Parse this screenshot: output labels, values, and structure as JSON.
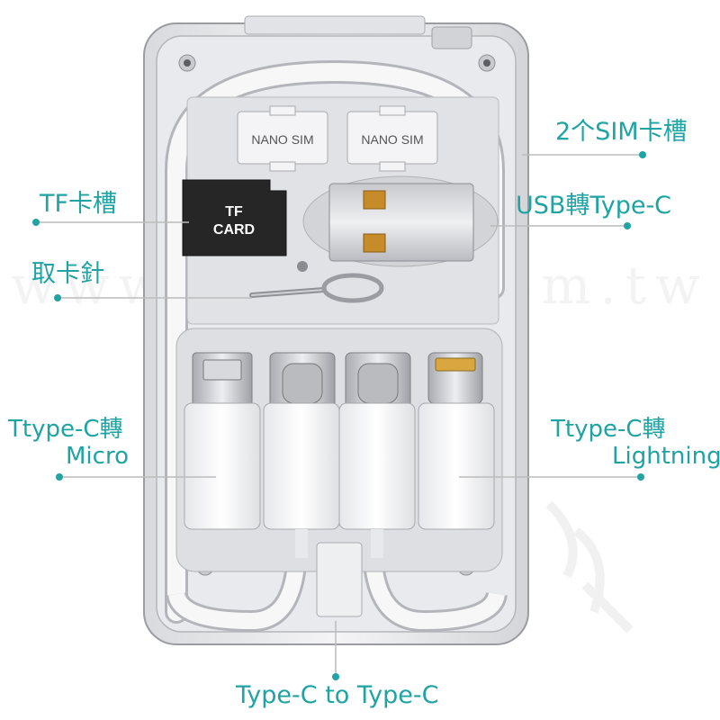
{
  "watermark": "www.coogift.com.tw",
  "accent_color": "#1fa3a3",
  "slots": {
    "sim_left": "NANO SIM",
    "sim_right": "NANO SIM",
    "tf_line1": "TF",
    "tf_line2": "CARD"
  },
  "callouts": {
    "sim_slots": "2个SIM卡槽",
    "tf_slot": "TF卡槽",
    "usb_adapter": "USB轉Type-C",
    "eject_pin": "取卡針",
    "micro_line1": "Ttype-C轉",
    "micro_line2": "Micro",
    "lightning_line1": "Ttype-C轉",
    "lightning_line2": "Lightning",
    "typec_cable": "Type-C to Type-C"
  }
}
